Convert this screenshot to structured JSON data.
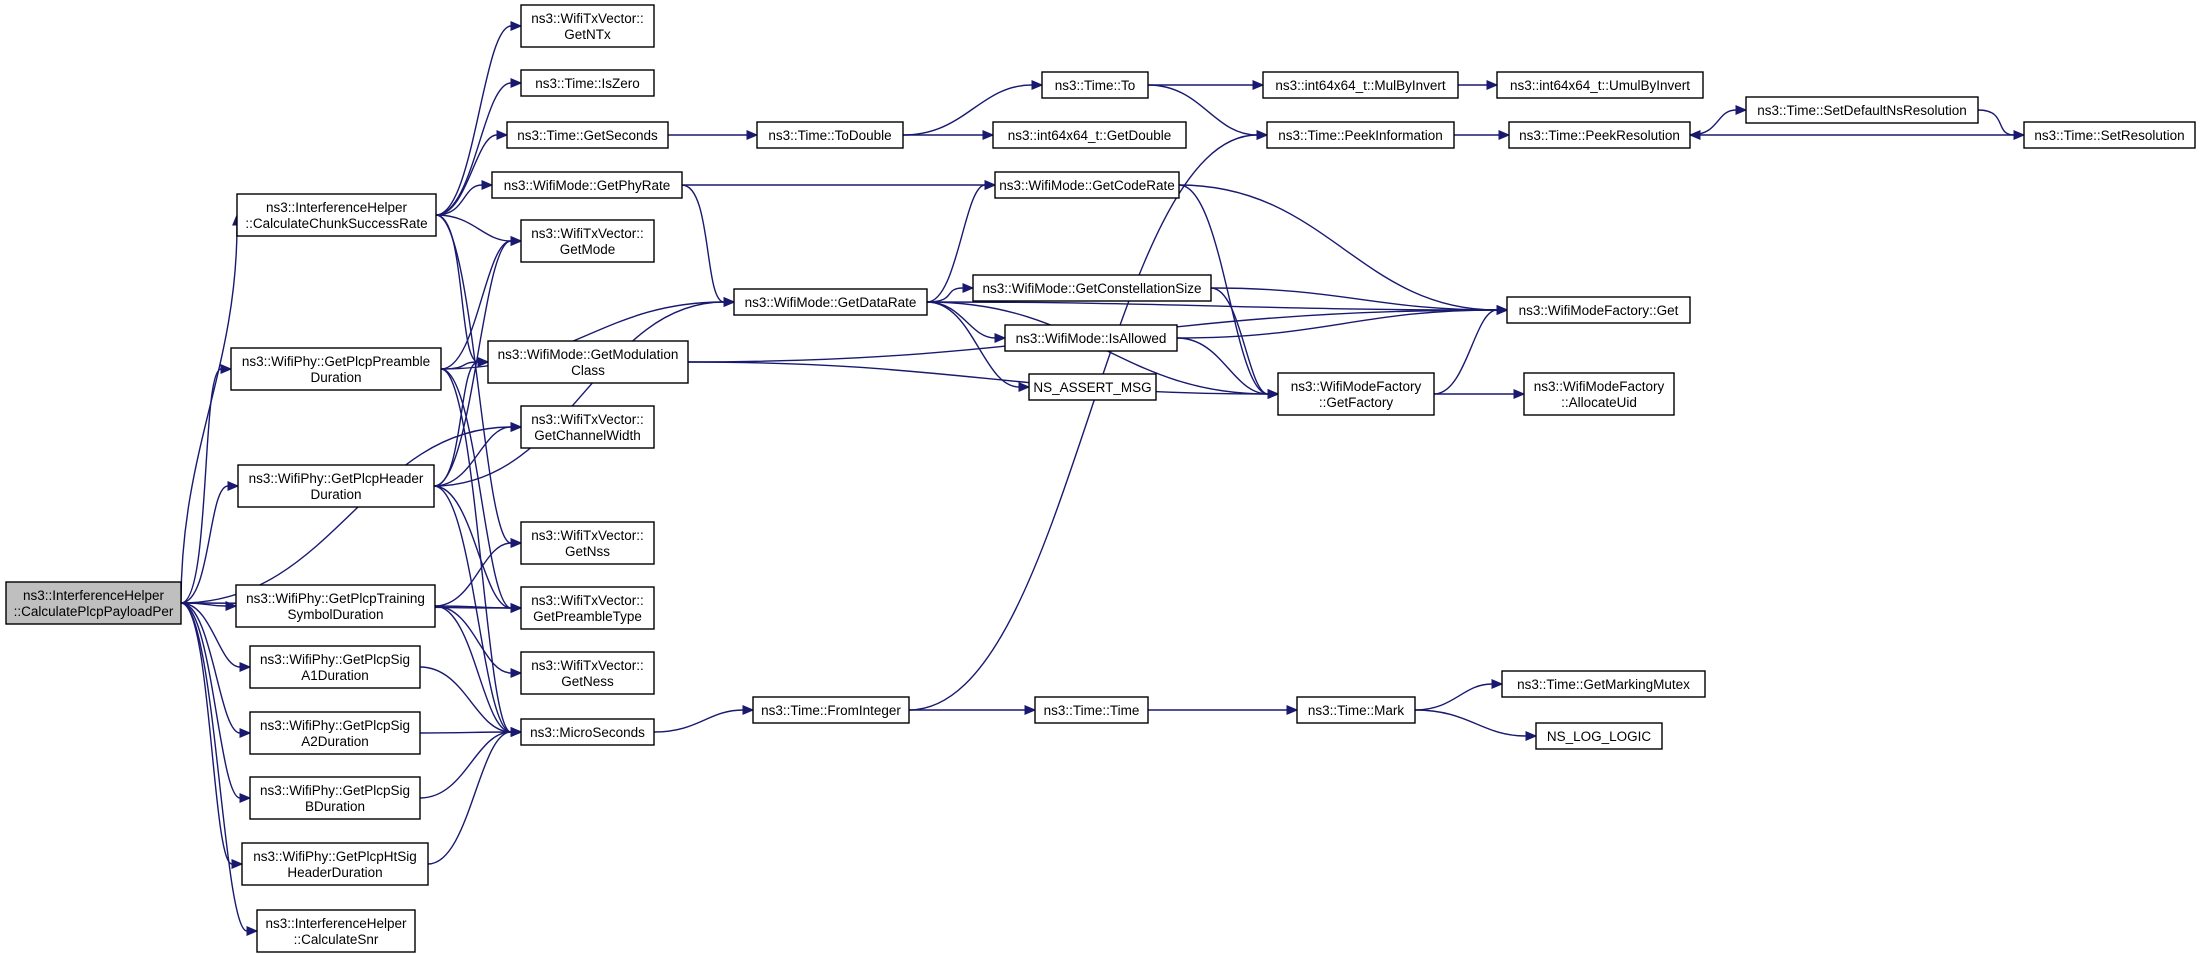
{
  "diagram": {
    "nodes": [
      {
        "id": "calcPer",
        "lines": [
          "ns3::InterferenceHelper",
          "::CalculatePlcpPayloadPer"
        ],
        "root": true
      },
      {
        "id": "calcChunk",
        "lines": [
          "ns3::InterferenceHelper",
          "::CalculateChunkSuccessRate"
        ]
      },
      {
        "id": "preambleDur",
        "lines": [
          "ns3::WifiPhy::GetPlcpPreamble",
          "Duration"
        ]
      },
      {
        "id": "headerDur",
        "lines": [
          "ns3::WifiPhy::GetPlcpHeader",
          "Duration"
        ]
      },
      {
        "id": "trainingDur",
        "lines": [
          "ns3::WifiPhy::GetPlcpTraining",
          "SymbolDuration"
        ]
      },
      {
        "id": "sigA1",
        "lines": [
          "ns3::WifiPhy::GetPlcpSig",
          "A1Duration"
        ]
      },
      {
        "id": "sigA2",
        "lines": [
          "ns3::WifiPhy::GetPlcpSig",
          "A2Duration"
        ]
      },
      {
        "id": "sigB",
        "lines": [
          "ns3::WifiPhy::GetPlcpSig",
          "BDuration"
        ]
      },
      {
        "id": "htSig",
        "lines": [
          "ns3::WifiPhy::GetPlcpHtSig",
          "HeaderDuration"
        ]
      },
      {
        "id": "calcSnr",
        "lines": [
          "ns3::InterferenceHelper",
          "::CalculateSnr"
        ]
      },
      {
        "id": "getNTx",
        "lines": [
          "ns3::WifiTxVector::",
          "GetNTx"
        ]
      },
      {
        "id": "isZero",
        "lines": [
          "ns3::Time::IsZero"
        ]
      },
      {
        "id": "getSeconds",
        "lines": [
          "ns3::Time::GetSeconds"
        ]
      },
      {
        "id": "getPhyRate",
        "lines": [
          "ns3::WifiMode::GetPhyRate"
        ]
      },
      {
        "id": "getMode",
        "lines": [
          "ns3::WifiTxVector::",
          "GetMode"
        ]
      },
      {
        "id": "getModClass",
        "lines": [
          "ns3::WifiMode::GetModulation",
          "Class"
        ]
      },
      {
        "id": "getChanWidth",
        "lines": [
          "ns3::WifiTxVector::",
          "GetChannelWidth"
        ]
      },
      {
        "id": "getNss",
        "lines": [
          "ns3::WifiTxVector::",
          "GetNss"
        ]
      },
      {
        "id": "getPreambleType",
        "lines": [
          "ns3::WifiTxVector::",
          "GetPreambleType"
        ]
      },
      {
        "id": "getNess",
        "lines": [
          "ns3::WifiTxVector::",
          "GetNess"
        ]
      },
      {
        "id": "microSeconds",
        "lines": [
          "ns3::MicroSeconds"
        ]
      },
      {
        "id": "toDouble",
        "lines": [
          "ns3::Time::ToDouble"
        ]
      },
      {
        "id": "getDataRate",
        "lines": [
          "ns3::WifiMode::GetDataRate"
        ]
      },
      {
        "id": "fromInteger",
        "lines": [
          "ns3::Time::FromInteger"
        ]
      },
      {
        "id": "timeTo",
        "lines": [
          "ns3::Time::To"
        ]
      },
      {
        "id": "int64GetDouble",
        "lines": [
          "ns3::int64x64_t::GetDouble"
        ]
      },
      {
        "id": "getCodeRate",
        "lines": [
          "ns3::WifiMode::GetCodeRate"
        ]
      },
      {
        "id": "getConstSize",
        "lines": [
          "ns3::WifiMode::GetConstellationSize"
        ]
      },
      {
        "id": "isAllowed",
        "lines": [
          "ns3::WifiMode::IsAllowed"
        ]
      },
      {
        "id": "nsAssertMsg",
        "lines": [
          "NS_ASSERT_MSG"
        ]
      },
      {
        "id": "timeTime",
        "lines": [
          "ns3::Time::Time"
        ]
      },
      {
        "id": "mulByInvert",
        "lines": [
          "ns3::int64x64_t::MulByInvert"
        ]
      },
      {
        "id": "peekInfo",
        "lines": [
          "ns3::Time::PeekInformation"
        ]
      },
      {
        "id": "getFactory",
        "lines": [
          "ns3::WifiModeFactory",
          "::GetFactory"
        ]
      },
      {
        "id": "timeMark",
        "lines": [
          "ns3::Time::Mark"
        ]
      },
      {
        "id": "umulByInvert",
        "lines": [
          "ns3::int64x64_t::UmulByInvert"
        ]
      },
      {
        "id": "peekRes",
        "lines": [
          "ns3::Time::PeekResolution"
        ]
      },
      {
        "id": "factoryGet",
        "lines": [
          "ns3::WifiModeFactory::Get"
        ]
      },
      {
        "id": "allocUid",
        "lines": [
          "ns3::WifiModeFactory",
          "::AllocateUid"
        ]
      },
      {
        "id": "getMarkMutex",
        "lines": [
          "ns3::Time::GetMarkingMutex"
        ]
      },
      {
        "id": "nsLogLogic",
        "lines": [
          "NS_LOG_LOGIC"
        ]
      },
      {
        "id": "setDefNsRes",
        "lines": [
          "ns3::Time::SetDefaultNsResolution"
        ]
      },
      {
        "id": "setRes",
        "lines": [
          "ns3::Time::SetResolution"
        ]
      }
    ],
    "edges": [
      [
        "calcPer",
        "calcChunk"
      ],
      [
        "calcPer",
        "preambleDur"
      ],
      [
        "calcPer",
        "headerDur"
      ],
      [
        "calcPer",
        "trainingDur"
      ],
      [
        "calcPer",
        "sigA1"
      ],
      [
        "calcPer",
        "sigA2"
      ],
      [
        "calcPer",
        "sigB"
      ],
      [
        "calcPer",
        "htSig"
      ],
      [
        "calcPer",
        "calcSnr"
      ],
      [
        "calcPer",
        "getChanWidth"
      ],
      [
        "calcPer",
        "getPreambleType"
      ],
      [
        "calcChunk",
        "getNTx"
      ],
      [
        "calcChunk",
        "isZero"
      ],
      [
        "calcChunk",
        "getSeconds"
      ],
      [
        "calcChunk",
        "getPhyRate"
      ],
      [
        "calcChunk",
        "getMode"
      ],
      [
        "calcChunk",
        "getModClass"
      ],
      [
        "calcChunk",
        "getNss"
      ],
      [
        "preambleDur",
        "getMode"
      ],
      [
        "preambleDur",
        "getModClass"
      ],
      [
        "preambleDur",
        "getDataRate"
      ],
      [
        "preambleDur",
        "getPreambleType"
      ],
      [
        "preambleDur",
        "microSeconds"
      ],
      [
        "headerDur",
        "getMode"
      ],
      [
        "headerDur",
        "getModClass"
      ],
      [
        "headerDur",
        "getChanWidth"
      ],
      [
        "headerDur",
        "getDataRate"
      ],
      [
        "headerDur",
        "getPreambleType"
      ],
      [
        "headerDur",
        "microSeconds"
      ],
      [
        "trainingDur",
        "getNss"
      ],
      [
        "trainingDur",
        "getPreambleType"
      ],
      [
        "trainingDur",
        "getNess"
      ],
      [
        "trainingDur",
        "microSeconds"
      ],
      [
        "sigA1",
        "microSeconds"
      ],
      [
        "sigA2",
        "microSeconds"
      ],
      [
        "sigB",
        "microSeconds"
      ],
      [
        "htSig",
        "microSeconds"
      ],
      [
        "getSeconds",
        "toDouble"
      ],
      [
        "getPhyRate",
        "getCodeRate"
      ],
      [
        "getPhyRate",
        "getDataRate"
      ],
      [
        "getModClass",
        "getFactory"
      ],
      [
        "getModClass",
        "factoryGet"
      ],
      [
        "microSeconds",
        "fromInteger"
      ],
      [
        "toDouble",
        "timeTo"
      ],
      [
        "toDouble",
        "int64GetDouble"
      ],
      [
        "getDataRate",
        "getCodeRate"
      ],
      [
        "getDataRate",
        "getConstSize"
      ],
      [
        "getDataRate",
        "isAllowed"
      ],
      [
        "getDataRate",
        "nsAssertMsg"
      ],
      [
        "getDataRate",
        "factoryGet"
      ],
      [
        "getDataRate",
        "getFactory"
      ],
      [
        "fromInteger",
        "timeTime"
      ],
      [
        "fromInteger",
        "peekInfo"
      ],
      [
        "timeTo",
        "mulByInvert"
      ],
      [
        "timeTo",
        "peekInfo"
      ],
      [
        "getCodeRate",
        "factoryGet"
      ],
      [
        "getCodeRate",
        "getFactory"
      ],
      [
        "getConstSize",
        "factoryGet"
      ],
      [
        "getConstSize",
        "getFactory"
      ],
      [
        "isAllowed",
        "factoryGet"
      ],
      [
        "isAllowed",
        "getFactory"
      ],
      [
        "timeTime",
        "timeMark"
      ],
      [
        "mulByInvert",
        "umulByInvert"
      ],
      [
        "peekInfo",
        "peekRes"
      ],
      [
        "getFactory",
        "factoryGet"
      ],
      [
        "getFactory",
        "allocUid"
      ],
      [
        "timeMark",
        "getMarkMutex"
      ],
      [
        "timeMark",
        "nsLogLogic"
      ],
      [
        "peekRes",
        "setDefNsRes"
      ],
      [
        "setDefNsRes",
        "setRes"
      ],
      [
        "setRes",
        "peekRes"
      ]
    ]
  }
}
